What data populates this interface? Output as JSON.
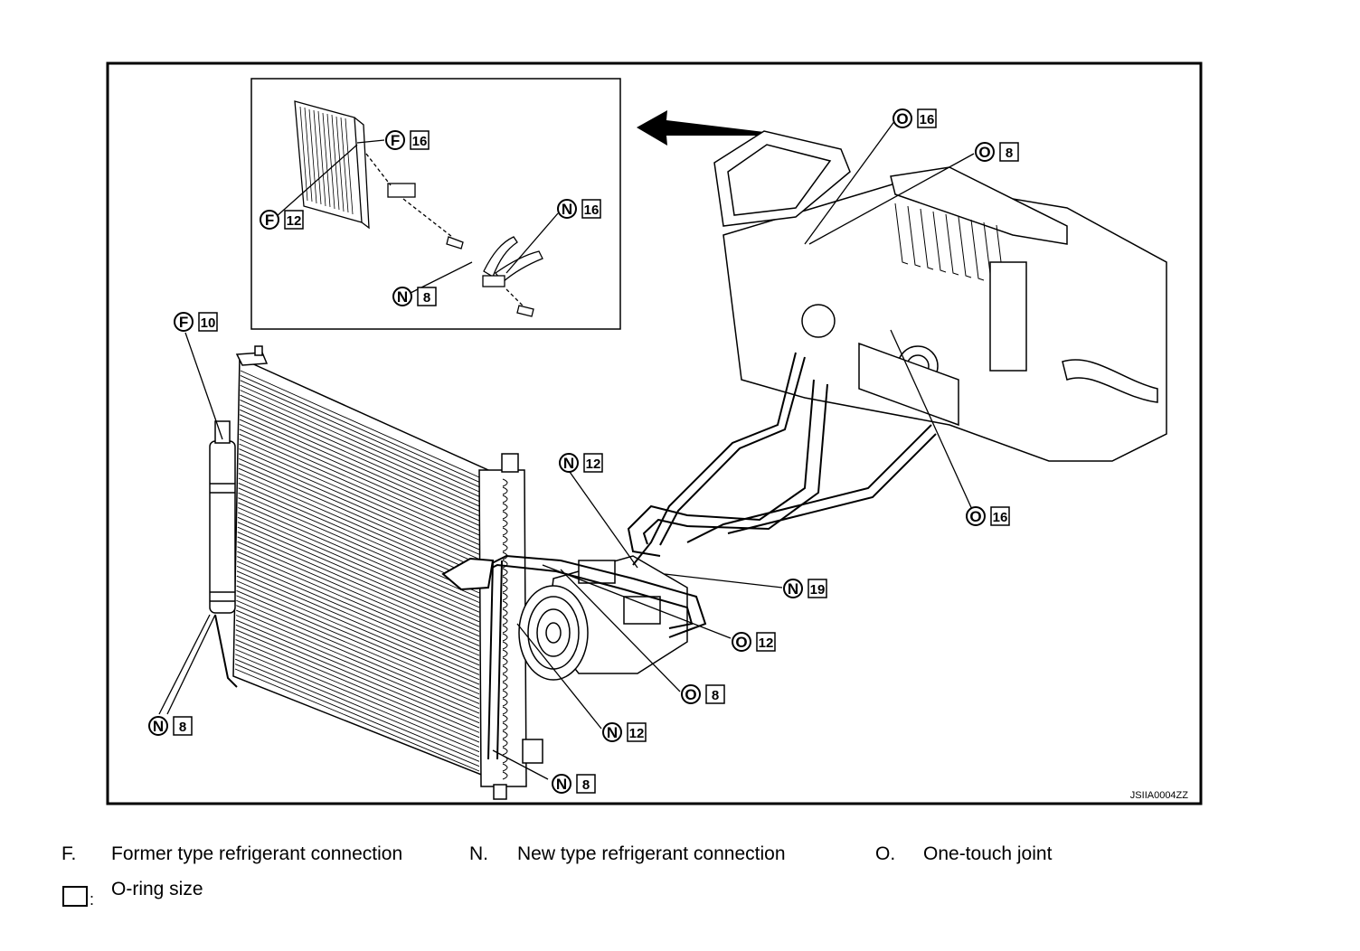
{
  "diagram": {
    "reference_code": "JSIIA0004ZZ",
    "callouts": [
      {
        "id": "inset-f16",
        "type": "F",
        "size": "16"
      },
      {
        "id": "inset-f12",
        "type": "F",
        "size": "12"
      },
      {
        "id": "inset-n16",
        "type": "N",
        "size": "16"
      },
      {
        "id": "inset-n8",
        "type": "N",
        "size": "8"
      },
      {
        "id": "cond-f10",
        "type": "F",
        "size": "10"
      },
      {
        "id": "top-o16",
        "type": "O",
        "size": "16"
      },
      {
        "id": "top-o8",
        "type": "O",
        "size": "8"
      },
      {
        "id": "right-o16",
        "type": "O",
        "size": "16"
      },
      {
        "id": "mid-n12",
        "type": "N",
        "size": "12"
      },
      {
        "id": "mid-n19",
        "type": "N",
        "size": "19"
      },
      {
        "id": "mid-o12",
        "type": "O",
        "size": "12"
      },
      {
        "id": "mid-o8",
        "type": "O",
        "size": "8"
      },
      {
        "id": "low-n12",
        "type": "N",
        "size": "12"
      },
      {
        "id": "low-n8",
        "type": "N",
        "size": "8"
      },
      {
        "id": "left-n8",
        "type": "N",
        "size": "8"
      }
    ]
  },
  "legend": {
    "f_key": "F.",
    "f_text": "Former type refrigerant connection",
    "n_key": "N.",
    "n_text": "New type refrigerant connection",
    "o_key": "O.",
    "o_text": "One-touch joint",
    "box_colon": ":",
    "box_text": "O-ring size"
  },
  "colors": {
    "ink": "#000000",
    "paper": "#ffffff"
  }
}
